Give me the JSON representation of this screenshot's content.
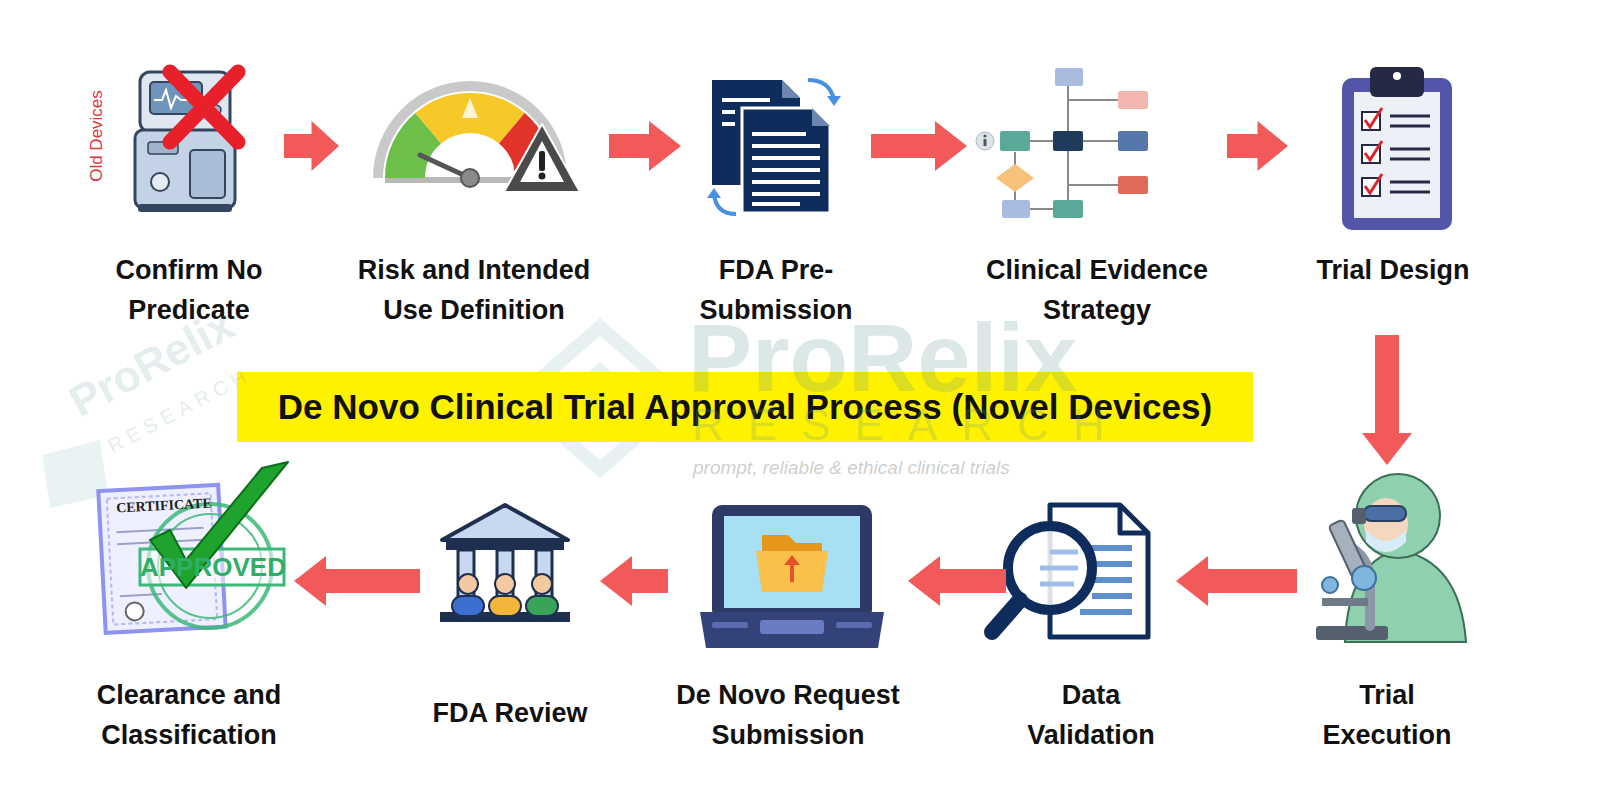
{
  "diagram": {
    "title": "De Novo Clinical Trial Approval Process (Novel Devices)",
    "nodes": [
      {
        "text": [
          "Confirm No Predicate"
        ]
      },
      {
        "text": [
          "Risk and Intended Use Definition"
        ]
      },
      {
        "text": [
          "FDA Pre- Submission"
        ]
      },
      {
        "text": [
          "Clinical Evidence Strategy"
        ]
      },
      {
        "text": [
          "Trial Design"
        ]
      },
      {
        "text": [
          "Trial Execution"
        ]
      },
      {
        "text": [
          "Data Validation"
        ]
      },
      {
        "text": [
          "De Novo Request Submission"
        ]
      },
      {
        "text": [
          "FDA Review"
        ]
      },
      {
        "text": [
          "Clearance and Classification"
        ]
      }
    ],
    "edges": [
      {
        "from": 0,
        "to": 1,
        "arrow": "to"
      },
      {
        "from": 1,
        "to": 2,
        "arrow": "to"
      },
      {
        "from": 2,
        "to": 3,
        "arrow": "to"
      },
      {
        "from": 3,
        "to": 4,
        "arrow": "to"
      },
      {
        "from": 4,
        "to": 5,
        "arrow": "to"
      },
      {
        "from": 5,
        "to": 6,
        "arrow": "to"
      },
      {
        "from": 6,
        "to": 7,
        "arrow": "to"
      },
      {
        "from": 7,
        "to": 8,
        "arrow": "to"
      },
      {
        "from": 8,
        "to": 9,
        "arrow": "to"
      }
    ],
    "labels": [
      "Old Devices",
      "ProRelix",
      "RESEARCH",
      "prompt, reliable & ethical clinical trials",
      "ProRelix",
      "RESEARCH",
      "CERTIFICATE",
      "APPROVED"
    ]
  }
}
